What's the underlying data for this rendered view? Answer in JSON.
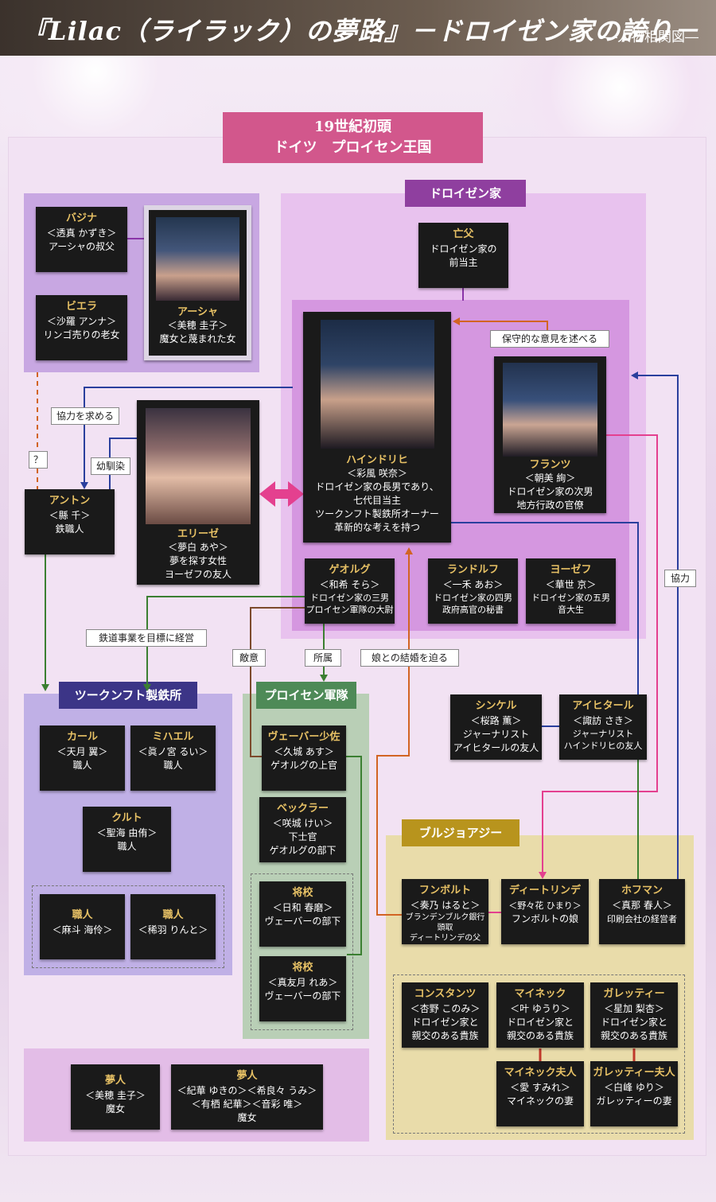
{
  "title": {
    "main": "『Lilac（ライラック）の夢路』－ドロイゼン家の誇り－",
    "sub": "―人物相関図―"
  },
  "era": {
    "line1": "19世紀初頭",
    "line2": "ドイツ　プロイセン王国"
  },
  "regions": {
    "droysen": "ドロイゼン家",
    "works": "ツークンフト製鉄所",
    "army": "プロイセン軍隊",
    "bourgeois": "ブルジョアジー"
  },
  "relations": {
    "conservative": "保守的な意見を述べる",
    "cooperate_ask": "協力を求める",
    "childhood": "幼馴染",
    "unknown": "？",
    "railway": "鉄道事業を目標に経営",
    "hostility": "敵意",
    "belong": "所属",
    "marriage": "娘との結婚を迫る",
    "cooperate": "協力"
  },
  "chars": {
    "basina": {
      "name": "バジナ",
      "actor": "＜透真 かずき＞",
      "desc": "アーシャの叔父"
    },
    "biela": {
      "name": "ビエラ",
      "actor": "＜沙羅 アンナ＞",
      "desc": "リンゴ売りの老女"
    },
    "asha": {
      "name": "アーシャ",
      "actor": "＜美穂 圭子＞",
      "desc": "魔女と蔑まれた女"
    },
    "father": {
      "name": "亡父",
      "desc1": "ドロイゼン家の",
      "desc2": "前当主"
    },
    "heinrich": {
      "name": "ハインドリヒ",
      "actor": "＜彩風 咲奈＞",
      "desc1": "ドロイゼン家の長男であり、",
      "desc2": "七代目当主",
      "desc3": "ツークンフト製鉄所オーナー",
      "desc4": "革新的な考えを持つ"
    },
    "franz": {
      "name": "フランツ",
      "actor": "＜朝美 絢＞",
      "desc1": "ドロイゼン家の次男",
      "desc2": "地方行政の官僚"
    },
    "anton": {
      "name": "アントン",
      "actor": "＜縣 千＞",
      "desc": "鉄職人"
    },
    "elise": {
      "name": "エリーゼ",
      "actor": "＜夢白 あや＞",
      "desc1": "夢を探す女性",
      "desc2": "ヨーゼフの友人"
    },
    "georg": {
      "name": "ゲオルグ",
      "actor": "＜和希 そら＞",
      "desc1": "ドロイゼン家の三男",
      "desc2": "プロイセン軍隊の大尉"
    },
    "randolf": {
      "name": "ランドルフ",
      "actor": "＜一禾 あお＞",
      "desc1": "ドロイゼン家の四男",
      "desc2": "政府高官の秘書"
    },
    "josef": {
      "name": "ヨーゼフ",
      "actor": "＜華世 京＞",
      "desc1": "ドロイゼン家の五男",
      "desc2": "音大生"
    },
    "karl": {
      "name": "カール",
      "actor": "＜天月 翼＞",
      "desc": "職人"
    },
    "michael": {
      "name": "ミハエル",
      "actor": "＜眞ノ宮 るい＞",
      "desc": "職人"
    },
    "kurt": {
      "name": "クルト",
      "actor": "＜聖海 由侑＞",
      "desc": "職人"
    },
    "worker1": {
      "name": "職人",
      "actor": "＜麻斗 海伶＞"
    },
    "worker2": {
      "name": "職人",
      "actor": "＜稀羽 りんと＞"
    },
    "weber": {
      "name": "ヴェーバー少佐",
      "actor": "＜久城 あす＞",
      "desc": "ゲオルグの上官"
    },
    "becker": {
      "name": "ベックラー",
      "actor": "＜咲城 けい＞",
      "desc1": "下士官",
      "desc2": "ゲオルグの部下"
    },
    "officer1": {
      "name": "将校",
      "actor": "＜日和 春磨＞",
      "desc": "ヴェーバーの部下"
    },
    "officer2": {
      "name": "将校",
      "actor": "＜真友月 れあ＞",
      "desc": "ヴェーバーの部下"
    },
    "schinkel": {
      "name": "シンケル",
      "actor": "＜桜路 薫＞",
      "desc1": "ジャーナリスト",
      "desc2": "アイヒタールの友人"
    },
    "eichtal": {
      "name": "アイヒタール",
      "actor": "＜諏訪 さき＞",
      "desc1": "ジャーナリスト",
      "desc2": "ハインドリヒの友人"
    },
    "humboldt": {
      "name": "フンボルト",
      "actor": "＜奏乃 はると＞",
      "desc1": "ブランデンブルク銀行",
      "desc2": "頭取",
      "desc3": "ディートリンデの父"
    },
    "dietlinde": {
      "name": "ディートリンデ",
      "actor": "＜野々花 ひまり＞",
      "desc": "フンボルトの娘"
    },
    "hoffmann": {
      "name": "ホフマン",
      "actor": "＜真那 春人＞",
      "desc": "印刷会社の経営者"
    },
    "constanz": {
      "name": "コンスタンツ",
      "actor": "＜杏野 このみ＞",
      "desc1": "ドロイゼン家と",
      "desc2": "親交のある貴族"
    },
    "meinecke": {
      "name": "マイネック",
      "actor": "＜叶 ゆうり＞",
      "desc1": "ドロイゼン家と",
      "desc2": "親交のある貴族"
    },
    "galletti": {
      "name": "ガレッティー",
      "actor": "＜星加 梨杏＞",
      "desc1": "ドロイゼン家と",
      "desc2": "親交のある貴族"
    },
    "mrs_meinecke": {
      "name": "マイネック夫人",
      "actor": "＜愛 すみれ＞",
      "desc": "マイネックの妻"
    },
    "mrs_galletti": {
      "name": "ガレッティー夫人",
      "actor": "＜白峰 ゆり＞",
      "desc": "ガレッティーの妻"
    },
    "dream1": {
      "name": "夢人",
      "actor": "＜美穂 圭子＞",
      "desc": "魔女"
    },
    "dream2": {
      "name": "夢人",
      "actor1": "＜紀華 ゆきの＞＜希良々 うみ＞",
      "actor2": "＜有栖 紀華＞＜音彩 唯＞",
      "desc": "魔女"
    }
  },
  "colors": {
    "accent": "#d2578c",
    "droysen": "#8f3f9f",
    "works": "#3c3587",
    "army": "#4e8a57",
    "bourgeois": "#b8941d",
    "blue": "#2a3f9d",
    "pink": "#e4408f",
    "orange": "#d26423",
    "green": "#3b7f31",
    "brown": "#7c4a2c",
    "purple": "#8a35a8"
  }
}
